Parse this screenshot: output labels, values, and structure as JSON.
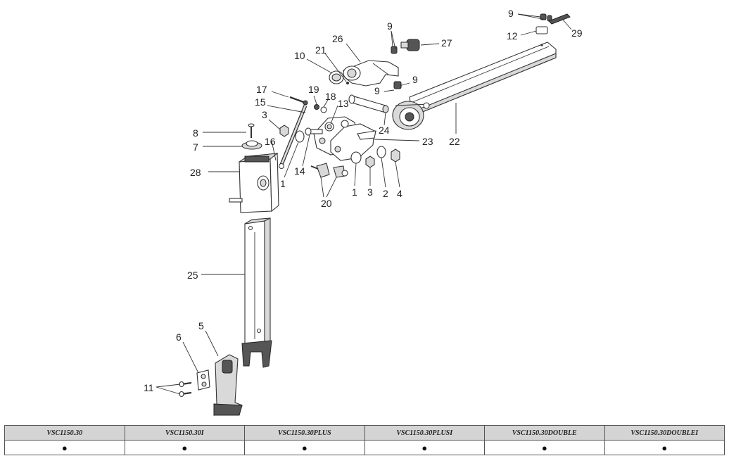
{
  "callouts": [
    {
      "id": "c9a",
      "text": "9"
    },
    {
      "id": "c12",
      "text": "12"
    },
    {
      "id": "c29",
      "text": "29"
    },
    {
      "id": "c26",
      "text": "26"
    },
    {
      "id": "c9b",
      "text": "9"
    },
    {
      "id": "c27",
      "text": "27"
    },
    {
      "id": "c10",
      "text": "10"
    },
    {
      "id": "c21",
      "text": "21"
    },
    {
      "id": "c9c",
      "text": "9"
    },
    {
      "id": "c9d",
      "text": "9"
    },
    {
      "id": "c17",
      "text": "17"
    },
    {
      "id": "c19",
      "text": "19"
    },
    {
      "id": "c18",
      "text": "18"
    },
    {
      "id": "c15",
      "text": "15"
    },
    {
      "id": "c13",
      "text": "13"
    },
    {
      "id": "c3a",
      "text": "3"
    },
    {
      "id": "c22",
      "text": "22"
    },
    {
      "id": "c24",
      "text": "24"
    },
    {
      "id": "c8",
      "text": "8"
    },
    {
      "id": "c23",
      "text": "23"
    },
    {
      "id": "c7",
      "text": "7"
    },
    {
      "id": "c16",
      "text": "16"
    },
    {
      "id": "c14",
      "text": "14"
    },
    {
      "id": "c28",
      "text": "28"
    },
    {
      "id": "c1a",
      "text": "1"
    },
    {
      "id": "c1b",
      "text": "1"
    },
    {
      "id": "c3b",
      "text": "3"
    },
    {
      "id": "c2",
      "text": "2"
    },
    {
      "id": "c4",
      "text": "4"
    },
    {
      "id": "c20",
      "text": "20"
    },
    {
      "id": "c25",
      "text": "25"
    },
    {
      "id": "c5",
      "text": "5"
    },
    {
      "id": "c6",
      "text": "6"
    },
    {
      "id": "c11",
      "text": "11"
    }
  ],
  "table": {
    "headers": [
      "VSC1150.30",
      "VSC1150.30I",
      "VSC1150.30PLUS",
      "VSC1150.30PLUSI",
      "VSC1150.30DOUBLE",
      "VSC1150.30DOUBLEI"
    ],
    "marks": [
      "●",
      "●",
      "●",
      "●",
      "●",
      "●"
    ]
  }
}
